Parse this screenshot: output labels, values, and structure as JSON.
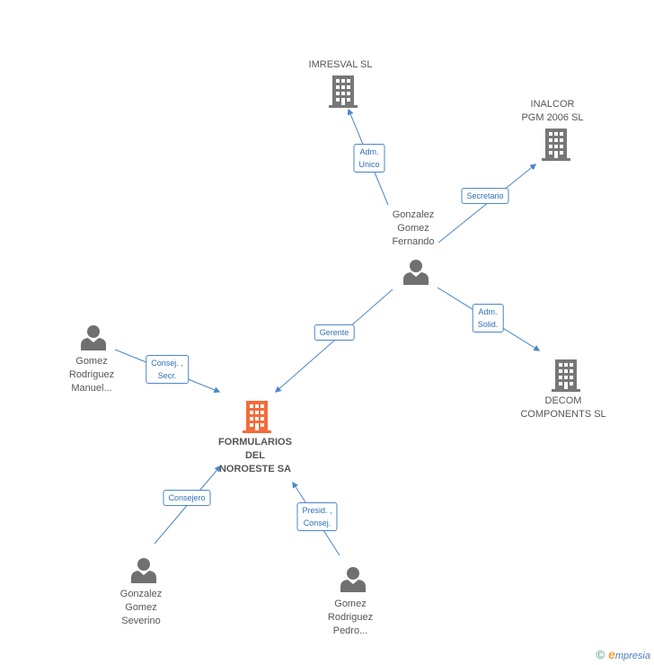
{
  "colors": {
    "edge": "#4a86c8",
    "company_icon": "#777777",
    "main_icon": "#f26c3c",
    "person_icon": "#707070"
  },
  "nodes": {
    "imresval": {
      "lines": [
        "IMRESVAL SL"
      ],
      "icon": "building-icon"
    },
    "inalcor": {
      "lines": [
        "INALCOR",
        "PGM 2006 SL"
      ],
      "icon": "building-icon"
    },
    "fernando": {
      "lines": [
        "Gonzalez",
        "Gomez",
        "Fernando"
      ],
      "icon": "person-icon"
    },
    "decom": {
      "lines": [
        "DECOM",
        "COMPONENTS SL"
      ],
      "icon": "building-icon"
    },
    "manuel": {
      "lines": [
        "Gomez",
        "Rodriguez",
        "Manuel..."
      ],
      "icon": "person-icon"
    },
    "main": {
      "lines": [
        "FORMULARIOS",
        "DEL",
        "NOROESTE SA"
      ],
      "icon": "building-icon"
    },
    "severino": {
      "lines": [
        "Gonzalez",
        "Gomez",
        "Severino"
      ],
      "icon": "person-icon"
    },
    "pedro": {
      "lines": [
        "Gomez",
        "Rodriguez",
        "Pedro..."
      ],
      "icon": "person-icon"
    }
  },
  "edges": {
    "adm_unico": [
      "Adm.",
      "Unico"
    ],
    "secretario": [
      "Secretario"
    ],
    "adm_solid": [
      "Adm.",
      "Solid."
    ],
    "gerente": [
      "Gerente"
    ],
    "consej_secr": [
      "Consej. ,",
      "Secr."
    ],
    "consejero": [
      "Consejero"
    ],
    "presid_consej": [
      "Presid. ,",
      "Consej."
    ]
  },
  "footer": {
    "copyright": "©",
    "brand_initial": "e",
    "brand_rest": "mpresia"
  }
}
